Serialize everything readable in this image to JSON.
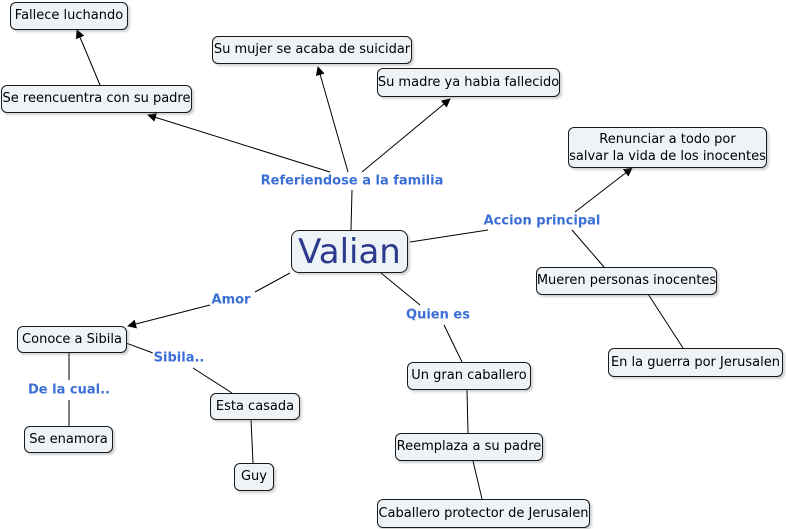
{
  "nodes": {
    "main": "Valian",
    "fallece": "Fallece luchando",
    "reencuentra": "Se reencuentra con su padre",
    "mujer": "Su mujer se acaba de suicidar",
    "madre": "Su madre ya habia fallecido",
    "renunciar_1": "Renunciar a todo por",
    "renunciar_2": "salvar la vida de los inocentes",
    "mueren": "Mueren personas inocentes",
    "guerra": "En la guerra por Jerusalen",
    "sibila": "Conoce a Sibila",
    "enamora": "Se enamora",
    "casada": "Esta casada",
    "guy": "Guy",
    "caballero": "Un gran caballero",
    "reemplaza": "Reemplaza a su padre",
    "protector": "Caballero protector de Jerusalen"
  },
  "links": {
    "familia": "Referiendose a la familia",
    "accion": "Accion principal",
    "amor": "Amor",
    "quien": "Quien es",
    "sibila": "Sibila..",
    "cual": "De la cual.."
  },
  "colors": {
    "link_text": "#3b6fd6",
    "main_text": "#2b3a8c",
    "node_fill": "#eef3f7"
  }
}
